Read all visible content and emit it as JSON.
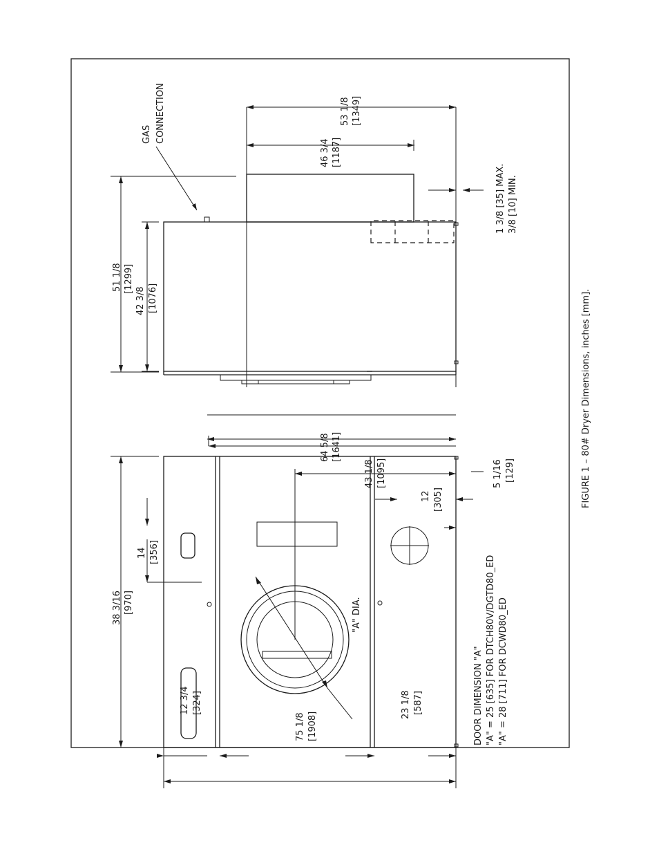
{
  "figure": {
    "caption": "FIGURE 1 – 80# Dryer Dimensions, inches [mm]."
  },
  "notes": {
    "gas_connection_line1": "GAS",
    "gas_connection_line2": "CONNECTION",
    "door_a_dia": "\"A\" DIA.",
    "door_dim_title": "DOOR DIMENSION \"A\"",
    "door_dim_1": "\"A\" = 25 [635] FOR DTCH80V/DGTD80_ED",
    "door_dim_2": "\"A\" = 28 [711] FOR DCWD80_ED"
  },
  "side_view": {
    "depth_overall": {
      "in": "51 1/8",
      "mm": "[1299]"
    },
    "depth_cabinet": {
      "in": "42 3/8",
      "mm": "[1076]"
    },
    "height_overall": {
      "in": "53 1/8",
      "mm": "[1349]"
    },
    "height_exhaust": {
      "in": "46 3/4",
      "mm": "[1187]"
    },
    "leg_max": "1 3/8 [35] MAX.",
    "leg_min": "3/8 [10] MIN."
  },
  "front_view": {
    "width": {
      "in": "38 3/16",
      "mm": "[970]"
    },
    "control_offset": {
      "in": "14",
      "mm": "[356]"
    },
    "top_section": {
      "in": "12 3/4",
      "mm": "[324]"
    },
    "total_height": {
      "in": "75 1/8",
      "mm": "[1908]"
    },
    "lower_section": {
      "in": "23 1/8",
      "mm": "[587]"
    },
    "height_gas": {
      "in": "64 5/8",
      "mm": "[1641]"
    },
    "door_center": {
      "in": "43 1/8",
      "mm": "[1095]"
    },
    "lint_offset": {
      "in": "12",
      "mm": "[305]"
    },
    "gas_inlet": {
      "in": "5 1/16",
      "mm": "[129]"
    }
  }
}
